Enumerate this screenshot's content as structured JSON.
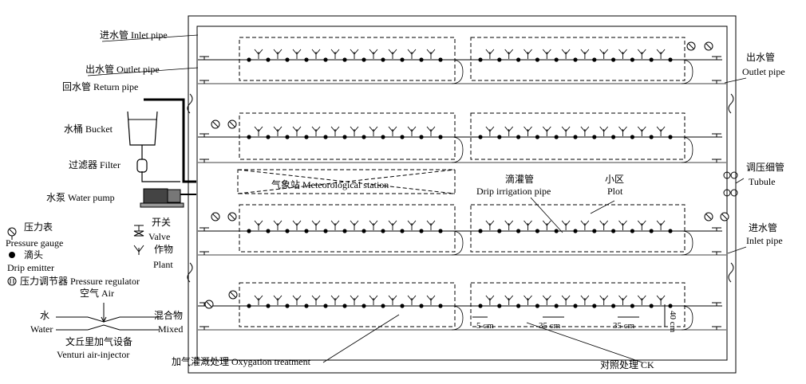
{
  "labels": {
    "inlet_left": "进水管 Inlet pipe",
    "outlet_left": "出水管 Outlet pipe",
    "return_pipe": "回水管 Return pipe",
    "bucket": "水桶 Bucket",
    "filter": "过滤器 Filter",
    "pump": "水泵 Water pump",
    "outlet_right_cn": "出水管",
    "outlet_right_en": "Outlet pipe",
    "tubule_cn": "调压细管",
    "tubule_en": "Tubule",
    "inlet_right_cn": "进水管",
    "inlet_right_en": "Inlet pipe",
    "met_station": "气象站 Meteorological station",
    "drip_pipe_cn": "滴灌管",
    "drip_pipe_en": "Drip irrigation pipe",
    "plot_cn": "小区",
    "plot_en": "Plot",
    "oxygation": "加气灌溉处理 Oxygation treatment",
    "control": "对照处理 CK"
  },
  "legend": {
    "pressure_gauge_cn": "压力表",
    "pressure_gauge_en": "Pressure gauge",
    "valve_cn": "开关",
    "valve_en": "Valve",
    "emitter_cn": "滴头",
    "emitter_en": "Drip emitter",
    "plant_cn": "作物",
    "plant_en": "Plant",
    "regulator": "压力调节器 Pressure regulator"
  },
  "venturi": {
    "air": "空气 Air",
    "water_cn": "水",
    "water_en": "Water",
    "mixed_cn": "混合物",
    "mixed_en": "Mixed",
    "title_cn": "文丘里加气设备",
    "title_en": "Venturi air-injector"
  },
  "dimensions": {
    "d5": "5 cm",
    "d35a": "35 cm",
    "d35b": "35 cm",
    "d40": "40 cm"
  }
}
